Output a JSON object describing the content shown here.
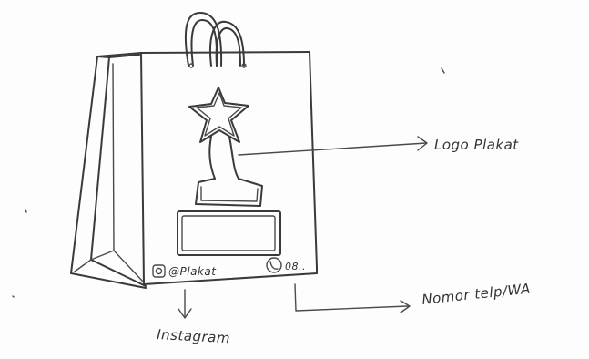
{
  "labels": {
    "logo": "Logo Plakat",
    "phone": "Nomor telp/WA",
    "instagram": "Instagram"
  },
  "bag": {
    "instagram_handle": "@Plakat",
    "phone_short": "08.."
  },
  "colors": {
    "pencil": "#3a3a3a",
    "paper": "#fdfdfd"
  }
}
